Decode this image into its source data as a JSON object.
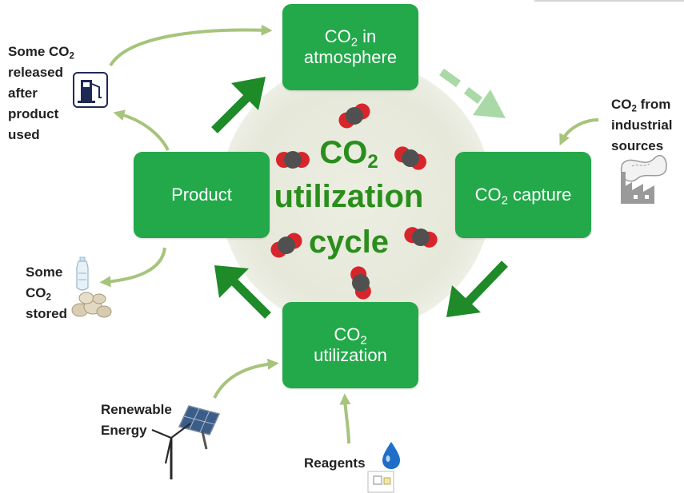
{
  "diagram": {
    "center_title": {
      "line1_prefix": "CO",
      "line1_sub": "2",
      "line2": "utilization",
      "line3": "cycle"
    },
    "nodes": {
      "atmosphere": {
        "prefix": "CO",
        "sub": "2",
        "suffix": " in",
        "line2": "atmosphere"
      },
      "capture": {
        "prefix": "CO",
        "sub": "2",
        "suffix": " capture"
      },
      "utilization": {
        "prefix": "CO",
        "sub": "2",
        "line2": "utilization"
      },
      "product": {
        "label": "Product"
      }
    },
    "side_labels": {
      "released": {
        "line1_prefix": "Some CO",
        "line1_sub": "2",
        "line2": "released",
        "line3": "after",
        "line4": "product",
        "line5": "used"
      },
      "industrial": {
        "line1_prefix": "CO",
        "line1_sub": "2",
        "line1_suffix": " from",
        "line2": "industrial",
        "line3": "sources"
      },
      "stored": {
        "line1": "Some",
        "line2_prefix": "CO",
        "line2_sub": "2",
        "line3": "stored"
      },
      "renewable": {
        "line1": "Renewable",
        "line2": "Energy"
      },
      "reagents": {
        "label": "Reagents"
      }
    },
    "icons": [
      "fuel-pump-icon",
      "factory-icon",
      "water-bottle-icon",
      "rock-pile-icon",
      "solar-panel-icon",
      "wind-turbine-icon",
      "water-drop-icon",
      "chemical-element-card-icon",
      "co2-molecule-icon"
    ],
    "colors": {
      "node_fill": "#23a84a",
      "cycle_arrow": "#1e8a28",
      "dashed_arrow": "#a9d9a7",
      "side_arrow": "#a6c47c",
      "center_text": "#2a8e1c",
      "center_circle": "#e8eadd",
      "molecule_oxygen": "#d8252b",
      "molecule_carbon": "#505050"
    }
  }
}
